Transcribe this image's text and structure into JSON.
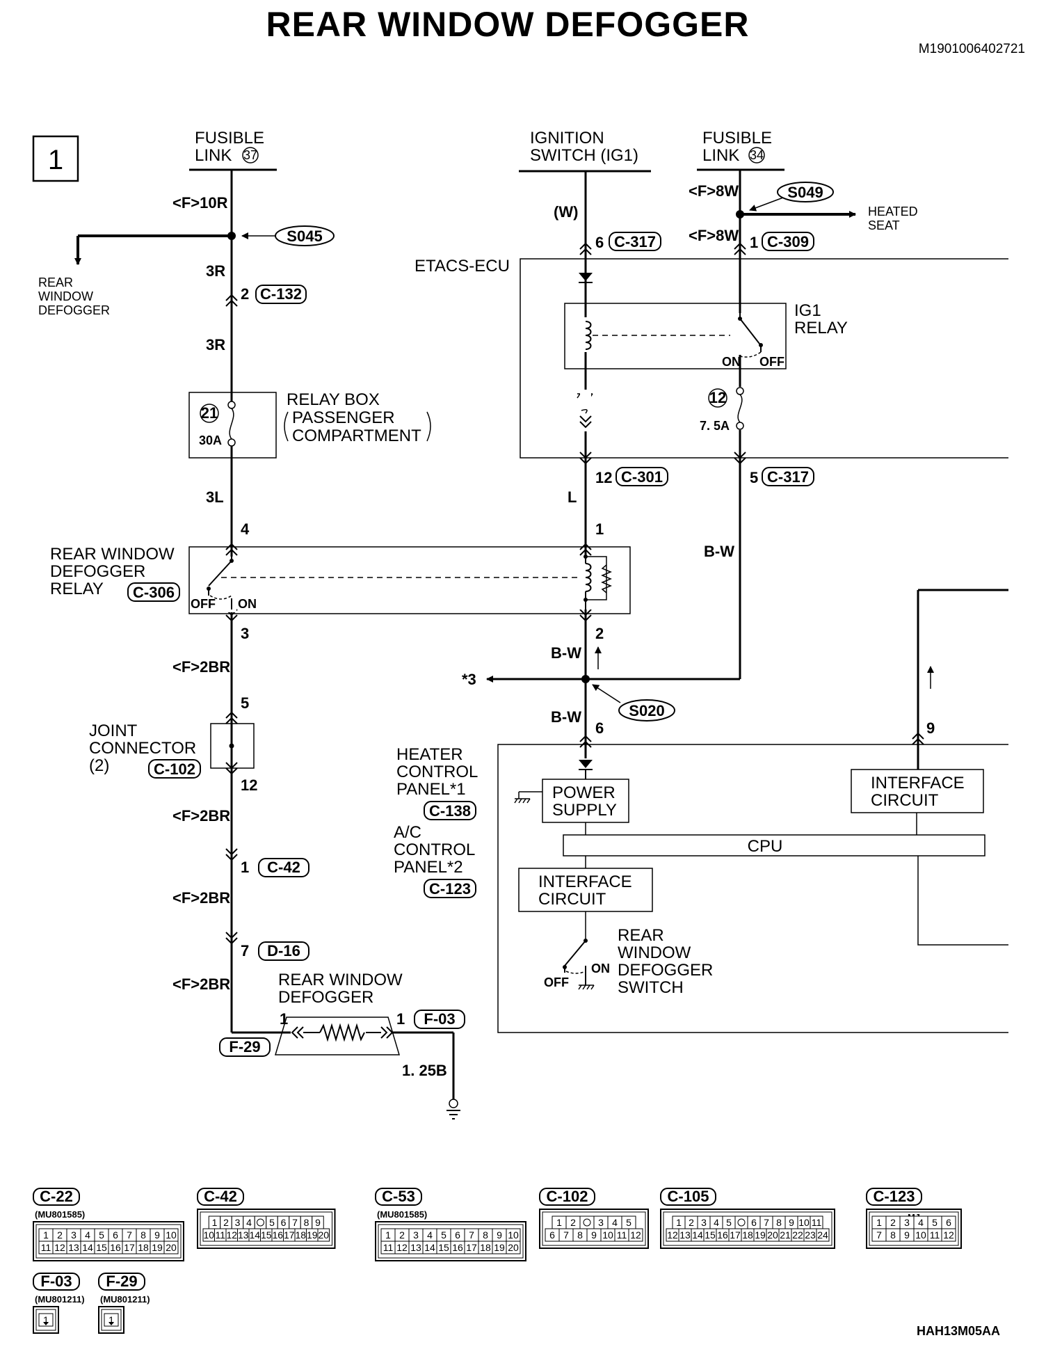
{
  "title": "REAR WINDOW DEFOGGER",
  "doc_id": "M1901006402721",
  "figure_id": "HAH13M05AA",
  "page_marker": "1",
  "sources": {
    "fusible_link_37": [
      "FUSIBLE",
      "LINK"
    ],
    "fusible_link_37_no": "37",
    "ignition_switch": [
      "IGNITION",
      "SWITCH (IG1)"
    ],
    "fusible_link_34": [
      "FUSIBLE",
      "LINK"
    ],
    "fusible_link_34_no": "34"
  },
  "splices": {
    "s045": "S045",
    "s049": "S049",
    "s020": "S020"
  },
  "branches": {
    "rear_window_defogger": [
      "REAR",
      "WINDOW",
      "DEFOGGER"
    ],
    "heated_seat": [
      "HEATED",
      "SEAT"
    ],
    "star3": "*3"
  },
  "wires": {
    "f10r": "<F>10R",
    "r3a": "3R",
    "r3b": "3R",
    "l3": "3L",
    "f2br_a": "<F>2BR",
    "f2br_b": "<F>2BR",
    "f2br_c": "<F>2BR",
    "f2br_d": "<F>2BR",
    "w": "(W)",
    "l": "L",
    "bw_a": "B-W",
    "bw_b": "B-W",
    "bw_c": "B-W",
    "f8w_a": "<F>8W",
    "f8w_b": "<F>8W",
    "b125": "1. 25B"
  },
  "pins": {
    "p2": "2",
    "p4": "4",
    "p3": "3",
    "p5": "5",
    "p12a": "12",
    "p1a": "1",
    "p7": "7",
    "p6a": "6",
    "p12b": "12",
    "p1b": "1",
    "p2b": "2",
    "p6b": "6",
    "p1c": "1",
    "p5b": "5",
    "p9": "9",
    "p1d": "1",
    "p1e": "1"
  },
  "connectors": {
    "c132": "C-132",
    "c306": "C-306",
    "c102": "C-102",
    "c42": "C-42",
    "d16": "D-16",
    "f29": "F-29",
    "f03": "F-03",
    "c317a": "C-317",
    "c301": "C-301",
    "c309": "C-309",
    "c317b": "C-317",
    "c138": "C-138",
    "c123": "C-123"
  },
  "components": {
    "relay_box": "RELAY BOX",
    "relay_box_sub": [
      "PASSENGER",
      "COMPARTMENT"
    ],
    "fuse21_no": "21",
    "fuse21_rating": "30A",
    "defogger_relay": [
      "REAR WINDOW",
      "DEFOGGER",
      "RELAY"
    ],
    "relay_off": "OFF",
    "relay_on": "ON",
    "joint_connector": [
      "JOINT",
      "CONNECTOR",
      "(2)"
    ],
    "rear_window_defogger": [
      "REAR WINDOW",
      "DEFOGGER"
    ],
    "etacs": "ETACS-ECU",
    "ig1_relay": [
      "IG1",
      "RELAY"
    ],
    "ig1_on": "ON",
    "ig1_off": "OFF",
    "fuse12_no": "12",
    "fuse12_rating": "7. 5A",
    "heater_panel": [
      "HEATER",
      "CONTROL",
      "PANEL*1"
    ],
    "ac_panel": [
      "A/C",
      "CONTROL",
      "PANEL*2"
    ],
    "power_supply": [
      "POWER",
      "SUPPLY"
    ],
    "cpu": "CPU",
    "interface_left": [
      "INTERFACE",
      "CIRCUIT"
    ],
    "interface_right": [
      "INTERFACE",
      "CIRCUIT"
    ],
    "defogger_switch": [
      "REAR",
      "WINDOW",
      "DEFOGGER",
      "SWITCH"
    ],
    "switch_off": "OFF",
    "switch_on": "ON"
  },
  "connector_views": [
    {
      "name": "C-22",
      "part": "(MU801585)",
      "rows": [
        [
          "1",
          "2",
          "3",
          "4",
          "5",
          "6",
          "7",
          "8",
          "9",
          "10"
        ],
        [
          "11",
          "12",
          "13",
          "14",
          "15",
          "16",
          "17",
          "18",
          "19",
          "20"
        ]
      ]
    },
    {
      "name": "C-42",
      "part": "",
      "rows": [
        [
          "1",
          "2",
          "3",
          "4",
          "",
          "5",
          "6",
          "7",
          "8",
          "9"
        ],
        [
          "10",
          "11",
          "12",
          "13",
          "14",
          "15",
          "16",
          "17",
          "18",
          "19",
          "20"
        ]
      ]
    },
    {
      "name": "C-53",
      "part": "(MU801585)",
      "rows": [
        [
          "1",
          "2",
          "3",
          "4",
          "5",
          "6",
          "7",
          "8",
          "9",
          "10"
        ],
        [
          "11",
          "12",
          "13",
          "14",
          "15",
          "16",
          "17",
          "18",
          "19",
          "20"
        ]
      ]
    },
    {
      "name": "C-102",
      "part": "",
      "rows": [
        [
          "1",
          "2",
          "",
          "3",
          "4",
          "5"
        ],
        [
          "6",
          "7",
          "8",
          "9",
          "10",
          "11",
          "12"
        ]
      ]
    },
    {
      "name": "C-105",
      "part": "",
      "rows": [
        [
          "1",
          "2",
          "3",
          "4",
          "5",
          "",
          "6",
          "7",
          "8",
          "9",
          "10",
          "11"
        ],
        [
          "12",
          "13",
          "14",
          "15",
          "16",
          "17",
          "18",
          "19",
          "20",
          "21",
          "22",
          "23",
          "24"
        ]
      ]
    },
    {
      "name": "C-123",
      "part": "",
      "tag": "MJ",
      "rows": [
        [
          "1",
          "2",
          "3",
          "4",
          "5",
          "6"
        ],
        [
          "7",
          "8",
          "9",
          "10",
          "11",
          "12"
        ]
      ]
    },
    {
      "name": "F-03",
      "part": "(MU801211)",
      "rows": [
        [
          "1"
        ]
      ]
    },
    {
      "name": "F-29",
      "part": "(MU801211)",
      "rows": [
        [
          "1"
        ]
      ]
    }
  ]
}
